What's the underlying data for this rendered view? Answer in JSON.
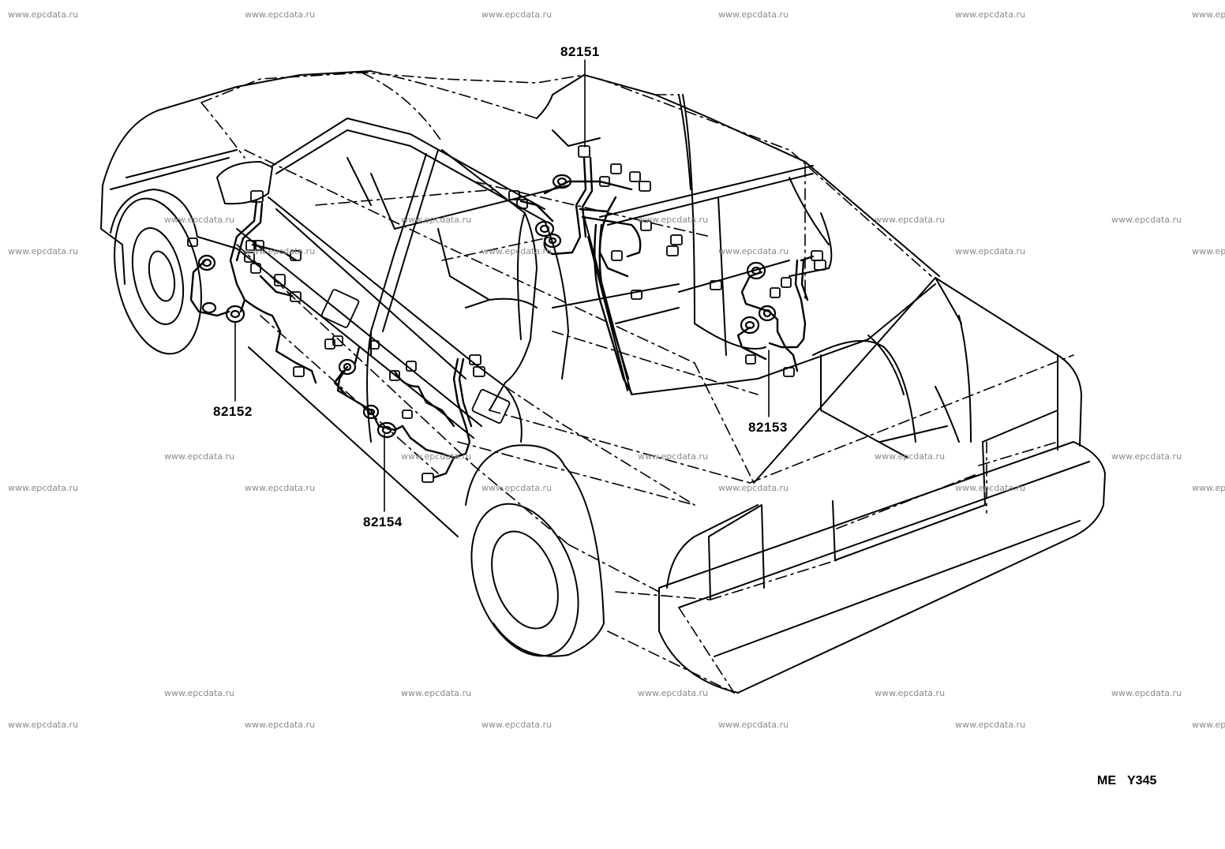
{
  "watermark": {
    "text": "www.epcdata.ru",
    "color": "#8a8a8a"
  },
  "callouts": {
    "top": "82151",
    "left": "82152",
    "right": "82153",
    "middle": "82154"
  },
  "figure_code": {
    "prefix": "ME",
    "number": "Y345"
  },
  "colors": {
    "line": "#000000",
    "background": "#ffffff"
  }
}
